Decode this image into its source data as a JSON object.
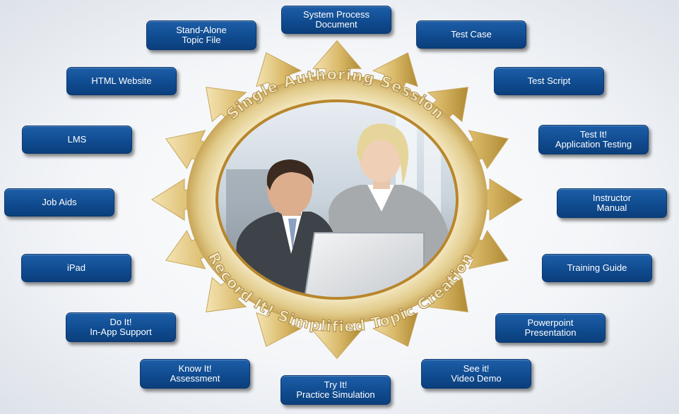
{
  "ring": {
    "top_text": "Single Authoring Session",
    "bottom_text": "Record It! Simplified Topic Creation"
  },
  "colors": {
    "box": "#0f4a8e",
    "arrow_light": "#f4e4b3",
    "arrow_dark": "#b08a34",
    "ring": "#e9d9a6"
  },
  "outputs": [
    {
      "label": "System Process\nDocument"
    },
    {
      "label": "Test Case"
    },
    {
      "label": "Test Script"
    },
    {
      "label": "Test It!\nApplication Testing"
    },
    {
      "label": "Instructor\nManual"
    },
    {
      "label": "Training Guide"
    },
    {
      "label": "Powerpoint\nPresentation"
    },
    {
      "label": "See it!\nVideo Demo"
    },
    {
      "label": "Try It!\nPractice Simulation"
    },
    {
      "label": "Know It!\nAssessment"
    },
    {
      "label": "Do It!\nIn-App Support"
    },
    {
      "label": "iPad"
    },
    {
      "label": "Job Aids"
    },
    {
      "label": "LMS"
    },
    {
      "label": "HTML Website"
    },
    {
      "label": "Stand-Alone\nTopic File"
    }
  ]
}
